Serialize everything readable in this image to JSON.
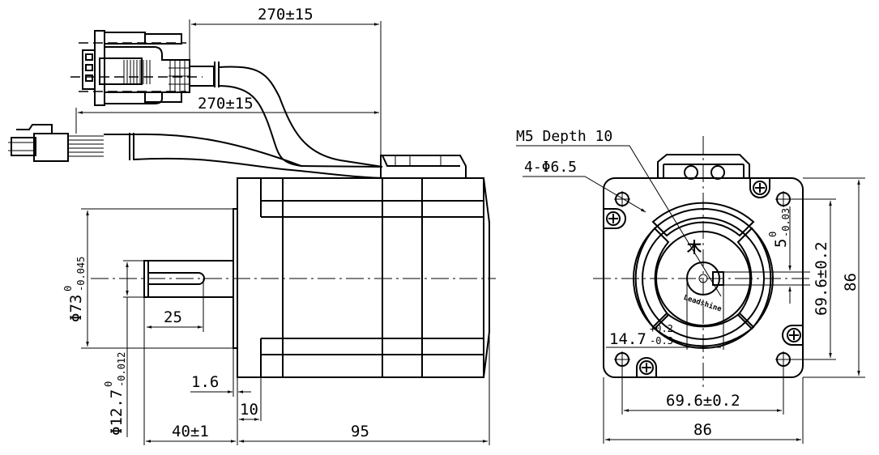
{
  "side_view": {
    "cable1_length": "270±15",
    "cable2_length": "270±15",
    "pilot_diameter": "Φ73",
    "pilot_tol_upper": "0",
    "pilot_tol_lower": "-0.045",
    "shaft_diameter": "Φ12.7",
    "shaft_tol_upper": "0",
    "shaft_tol_lower": "-0.012",
    "key_length": "25",
    "flange_step": "1.6",
    "flange_thickness": "10",
    "shaft_length": "40±1",
    "body_length": "95"
  },
  "front_view": {
    "thread_note": "M5 Depth 10",
    "holes_note": "4-Φ6.5",
    "key_width": "5",
    "key_tol_upper": "0",
    "key_tol_lower": "-0.03",
    "flat_dim": "14.7",
    "flat_tol_upper": "+0.2",
    "flat_tol_lower": "-0.3",
    "hole_spacing_v": "69.6±0.2",
    "size_v": "86",
    "hole_spacing_h": "69.6±0.2",
    "size_h": "86",
    "brand_mark": "Leadshine"
  }
}
